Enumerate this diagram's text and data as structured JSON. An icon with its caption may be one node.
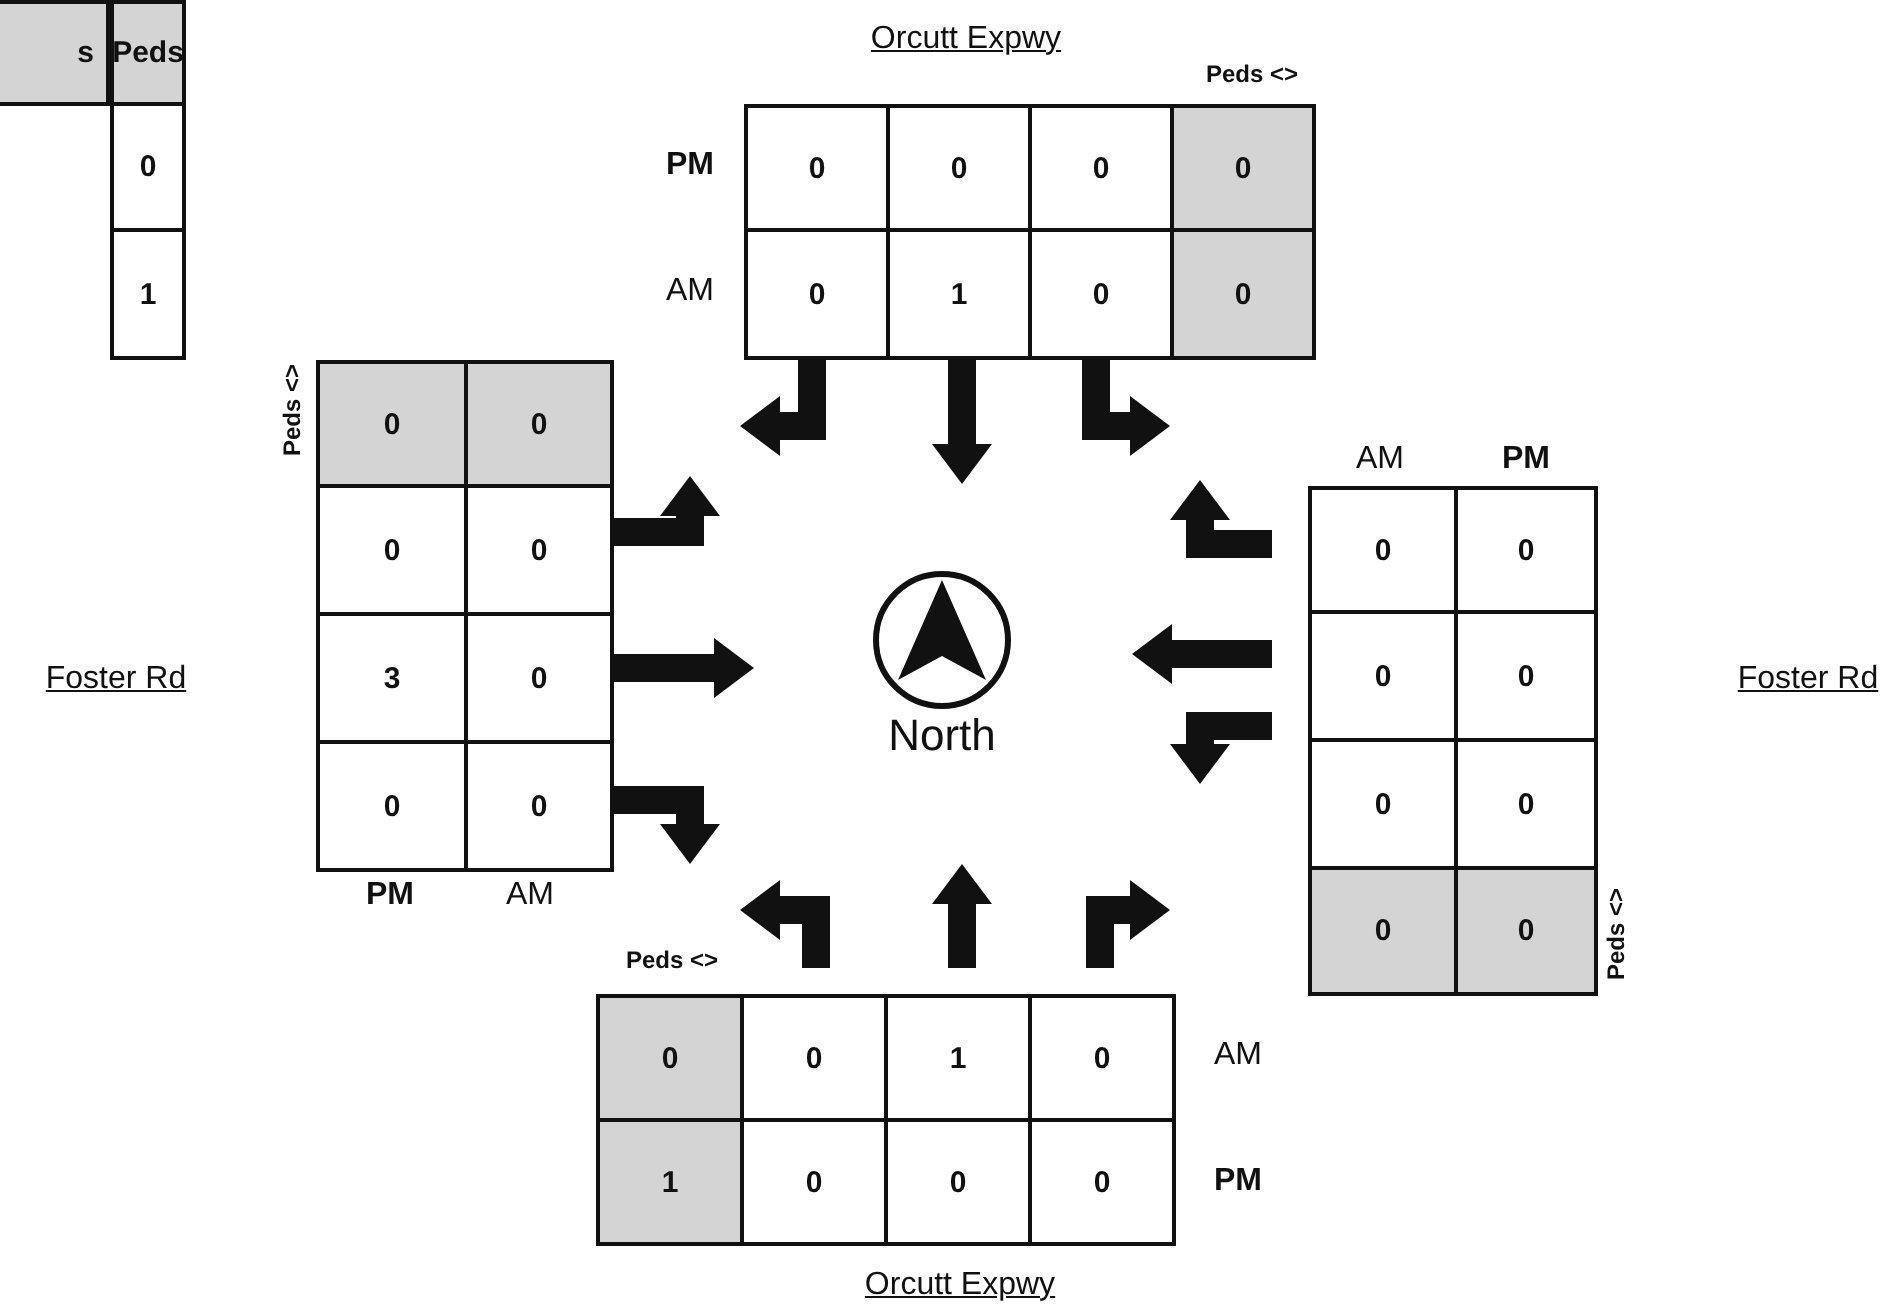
{
  "diagram": {
    "labels": [
      "s",
      "Peds",
      "0",
      "1",
      "Orcutt Expwy",
      "Peds <>",
      "PM",
      "0",
      "0",
      "0",
      "0",
      "AM",
      "0",
      "1",
      "0",
      "0",
      "Peds <>",
      "0",
      "0",
      "0",
      "0",
      "3",
      "0",
      "0",
      "0",
      "PM",
      "AM",
      "AM",
      "PM",
      "0",
      "0",
      "0",
      "0",
      "0",
      "0",
      "0",
      "0",
      "Peds <>",
      "Foster Rd",
      "North",
      "Foster Rd",
      "Peds <>",
      "0",
      "0",
      "1",
      "0",
      "AM",
      "1",
      "0",
      "0",
      "0",
      "PM",
      "Orcutt Expwy"
    ]
  }
}
